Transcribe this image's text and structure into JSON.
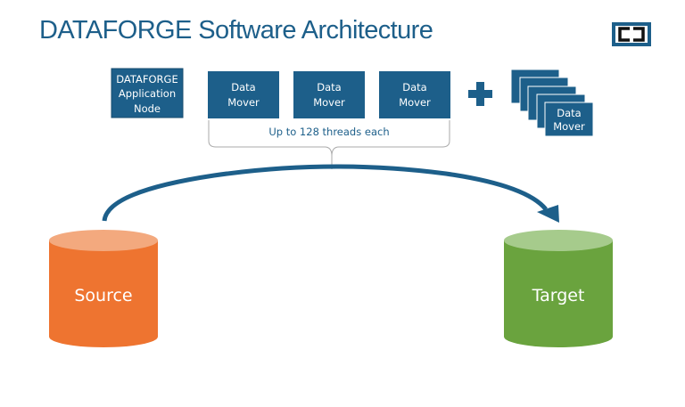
{
  "title": "DATAFORGE Software Architecture",
  "app_node": {
    "lines": [
      "DATAFORGE",
      "Application",
      "Node"
    ]
  },
  "data_movers": [
    {
      "lines": [
        "Data",
        "Mover"
      ]
    },
    {
      "lines": [
        "Data",
        "Mover"
      ]
    },
    {
      "lines": [
        "Data",
        "Mover"
      ]
    }
  ],
  "brace_label": "Up to 128 threads each",
  "stack_mover": {
    "lines": [
      "Data",
      "Mover"
    ]
  },
  "source": {
    "label": "Source"
  },
  "target": {
    "label": "Target"
  },
  "colors": {
    "box": "#1d5f8a",
    "title": "#1d5f8a",
    "source": "#ee7430",
    "source_top": "#f3a97e",
    "target": "#6aa33e",
    "target_top": "#a6cb8c"
  }
}
